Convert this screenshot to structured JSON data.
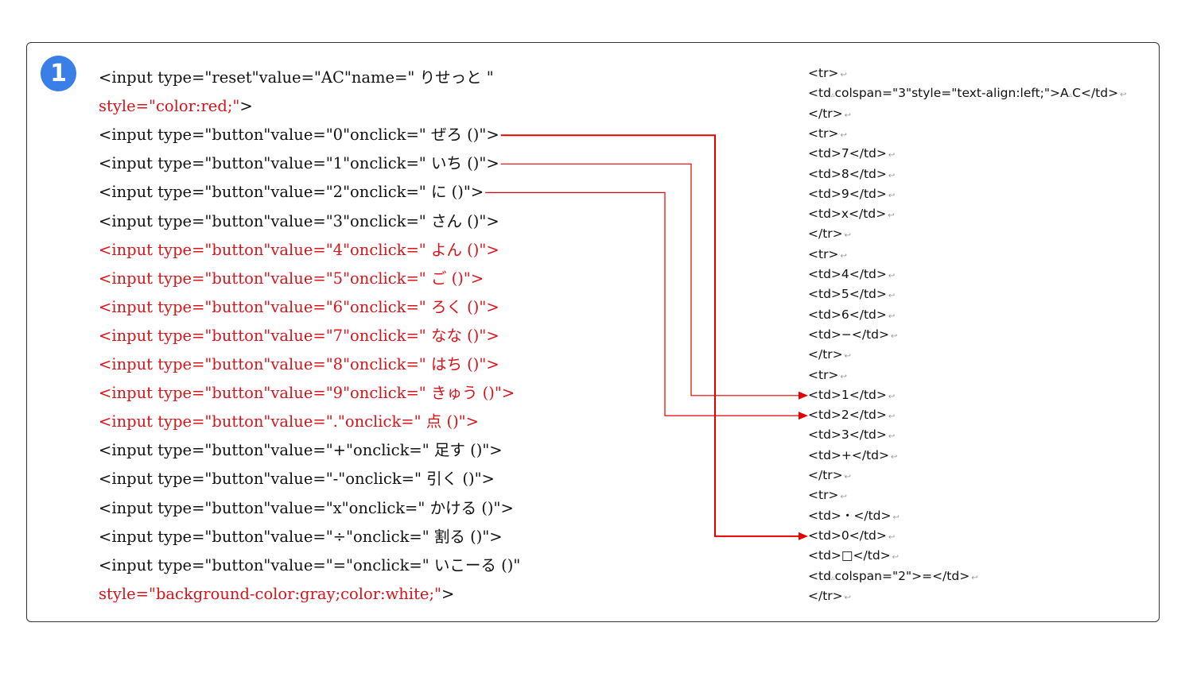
{
  "badge": {
    "number": "1",
    "color": "#3a7ee8"
  },
  "colors": {
    "highlight": "#d8141a",
    "text": "#111111",
    "connector": "#e00000"
  },
  "left_code": [
    {
      "text": "<input type=\"reset\"value=\"AC\"name=\" りせっと \"",
      "red": false
    },
    {
      "text": "style=\"color:red;\">",
      "red": true,
      "red_end": 18
    },
    {
      "text": "<input type=\"button\"value=\"0\"onclick=\" ぜろ ()\">",
      "red": false
    },
    {
      "text": "<input type=\"button\"value=\"1\"onclick=\" いち ()\">",
      "red": false
    },
    {
      "text": "<input type=\"button\"value=\"2\"onclick=\" に ()\">",
      "red": false
    },
    {
      "text": "<input type=\"button\"value=\"3\"onclick=\" さん ()\">",
      "red": false
    },
    {
      "text": "<input type=\"button\"value=\"4\"onclick=\" よん ()\">",
      "red": true
    },
    {
      "text": "<input type=\"button\"value=\"5\"onclick=\" ご ()\">",
      "red": true
    },
    {
      "text": "<input type=\"button\"value=\"6\"onclick=\" ろく ()\">",
      "red": true
    },
    {
      "text": "<input type=\"button\"value=\"7\"onclick=\" なな ()\">",
      "red": true
    },
    {
      "text": "<input type=\"button\"value=\"8\"onclick=\" はち ()\">",
      "red": true
    },
    {
      "text": "<input type=\"button\"value=\"9\"onclick=\" きゅう ()\">",
      "red": true
    },
    {
      "text": "<input type=\"button\"value=\".\"onclick=\" 点 ()\">",
      "red": true
    },
    {
      "text": "<input type=\"button\"value=\"+\"onclick=\" 足す ()\">",
      "red": false
    },
    {
      "text": "<input type=\"button\"value=\"-\"onclick=\" 引く ()\">",
      "red": false
    },
    {
      "text": "<input type=\"button\"value=\"x\"onclick=\" かける ()\">",
      "red": false
    },
    {
      "text": "<input type=\"button\"value=\"÷\"onclick=\" 割る ()\">",
      "red": false
    },
    {
      "text": "<input type=\"button\"value=\"=\"onclick=\" いこーる ()\"",
      "red": false
    },
    {
      "text": "style=\"background-color:gray;color:white;\">",
      "red": true,
      "red_end": 42
    }
  ],
  "right_code": [
    "<tr>",
    "<td colspan=\"3\"style=\"text-align:left;\">A C</td>",
    "</tr>",
    "<tr>",
    "<td>7</td>",
    "<td>8</td>",
    "<td>9</td>",
    "<td>x</td>",
    "</tr>",
    "<tr>",
    "<td>4</td>",
    "<td>5</td>",
    "<td>6</td>",
    "<td>−</td>",
    "</tr>",
    "<tr>",
    "<td>1</td>",
    "<td>2</td>",
    "<td>3</td>",
    "<td>+</td>",
    "</tr>",
    "<tr>",
    "<td>・</td>",
    "<td>0</td>",
    "<td>□</td>",
    "<td colspan=\"2\">=</td>",
    "</tr>"
  ],
  "connections": [
    {
      "from_line": 2,
      "to_line": 23
    },
    {
      "from_line": 3,
      "to_line": 16
    },
    {
      "from_line": 4,
      "to_line": 17
    }
  ]
}
